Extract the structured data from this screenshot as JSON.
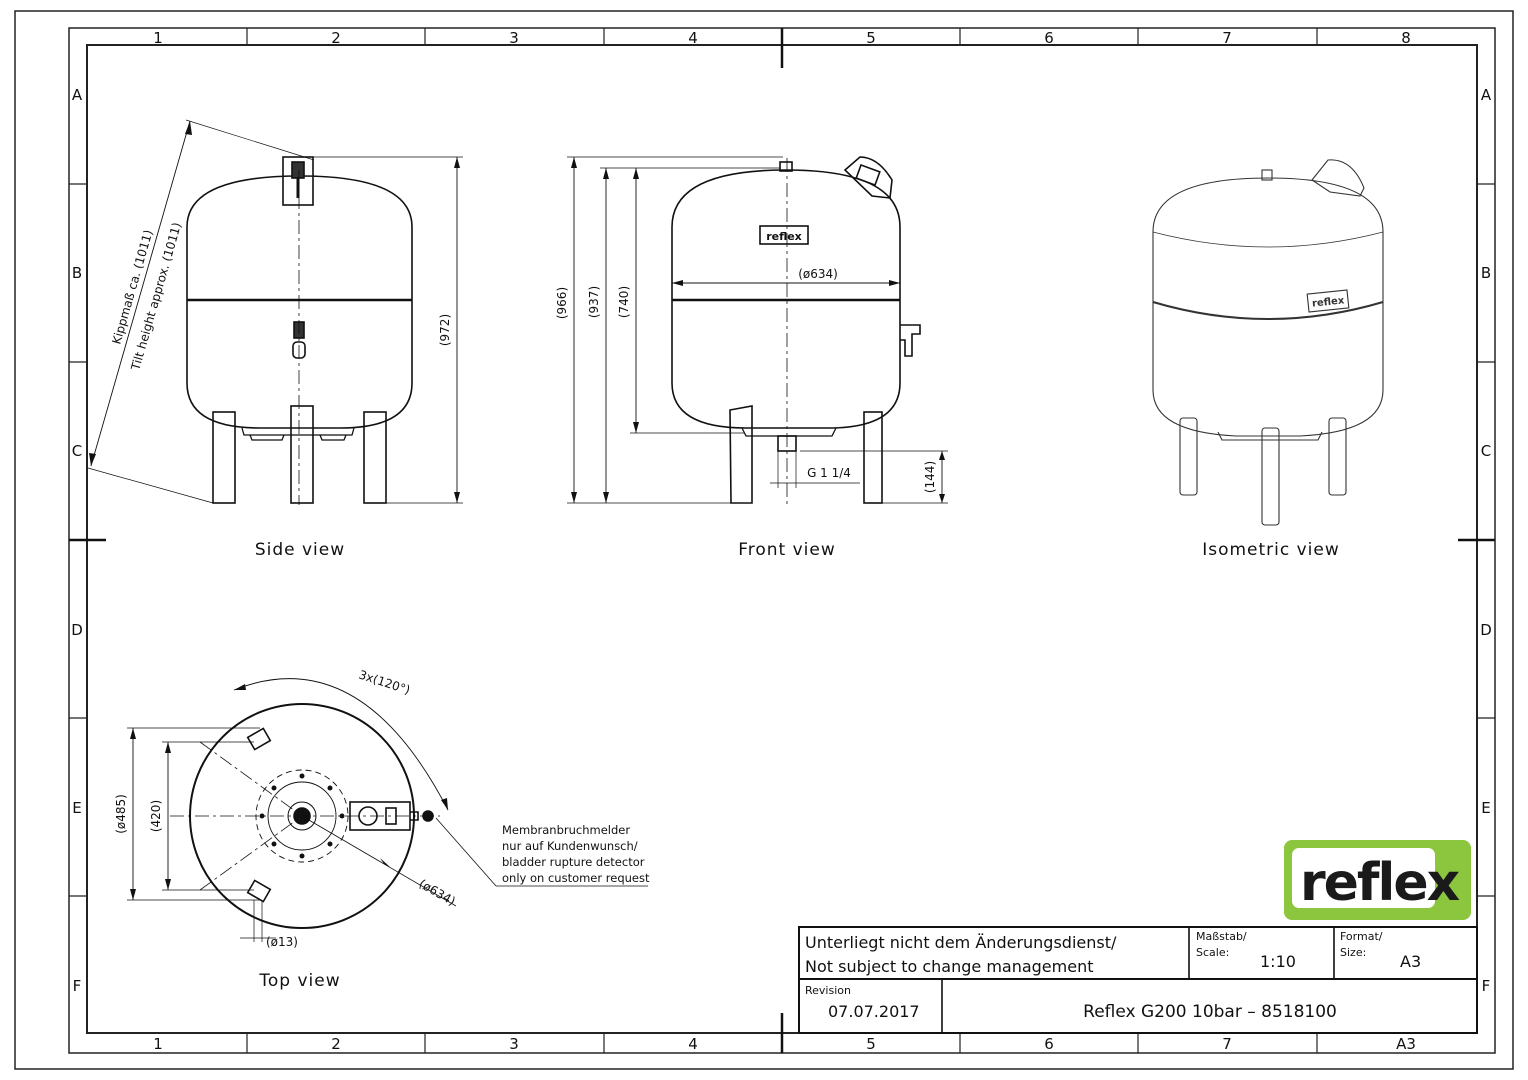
{
  "border": {
    "column_numbers": [
      "1",
      "2",
      "3",
      "4",
      "5",
      "6",
      "7",
      "8"
    ],
    "bottom_numbers": [
      "1",
      "2",
      "3",
      "4",
      "5",
      "6",
      "7",
      "A3"
    ],
    "row_letters": [
      "A",
      "B",
      "C",
      "D",
      "E",
      "F"
    ]
  },
  "views": {
    "side": "Side view",
    "front": "Front view",
    "isometric": "Isometric view",
    "top": "Top view"
  },
  "dimensions": {
    "tilt_de": "Kippmaß ca. (1011)",
    "tilt_en": "Tilt height approx. (1011)",
    "side_height": "(972)",
    "front_966": "(966)",
    "front_937": "(937)",
    "front_740": "(740)",
    "front_diameter": "(ø634)",
    "thread": "G 1 1/4",
    "front_144": "(144)",
    "angle": "3x(120°)",
    "top_485": "(ø485)",
    "top_420": "(420)",
    "top_634": "(ø634)",
    "top_13": "(ø13)"
  },
  "note": {
    "line1": "Membranbruchmelder",
    "line2": "nur auf Kundenwunsch/",
    "line3": "bladder rupture detector",
    "line4": "only on customer request"
  },
  "logo": {
    "text": "reflex",
    "badge_text": "reflex",
    "color": "#8cc63f"
  },
  "title_block": {
    "notice_de": "Unterliegt nicht dem Änderungsdienst/",
    "notice_en": "Not subject to change management",
    "scale_label_1": "Maßstab/",
    "scale_label_2": "Scale:",
    "scale_value": "1:10",
    "format_label_1": "Format/",
    "format_label_2": "Size:",
    "format_value": "A3",
    "revision_label": "Revision",
    "revision_value": "07.07.2017",
    "title": "Reflex G200 10bar – 8518100"
  }
}
